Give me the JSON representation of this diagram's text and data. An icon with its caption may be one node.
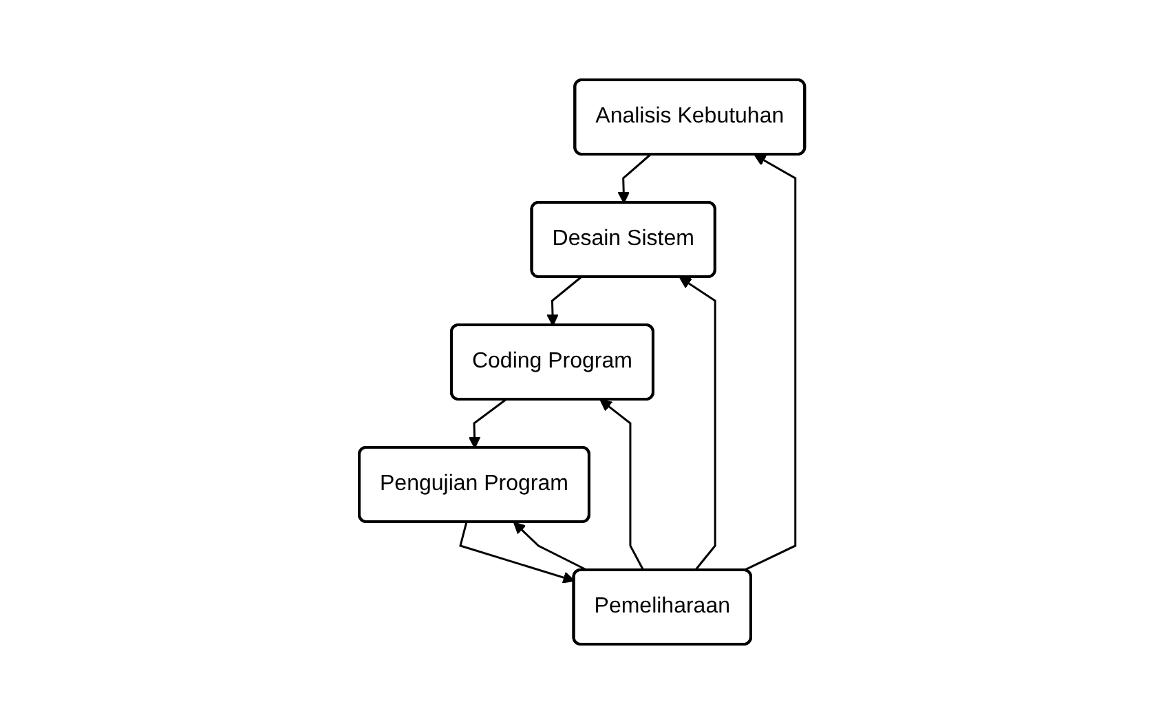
{
  "diagram": {
    "nodes": [
      {
        "text": [
          "Analisis Kebutuhan"
        ]
      },
      {
        "text": [
          "Desain Sistem"
        ]
      },
      {
        "text": [
          "Coding Program"
        ]
      },
      {
        "text": [
          "Pengujian Program"
        ]
      },
      {
        "text": [
          "Pemeliharaan"
        ]
      }
    ],
    "edges": [
      {
        "from": 0,
        "to": 1,
        "arrow": "to"
      },
      {
        "from": 1,
        "to": 2,
        "arrow": "to"
      },
      {
        "from": 2,
        "to": 3,
        "arrow": "to"
      },
      {
        "from": 3,
        "to": 4,
        "arrow": "to"
      },
      {
        "from": 4,
        "to": 3,
        "arrow": "to"
      },
      {
        "from": 4,
        "to": 2,
        "arrow": "to"
      },
      {
        "from": 4,
        "to": 1,
        "arrow": "to"
      },
      {
        "from": 4,
        "to": 0,
        "arrow": "to"
      }
    ]
  }
}
